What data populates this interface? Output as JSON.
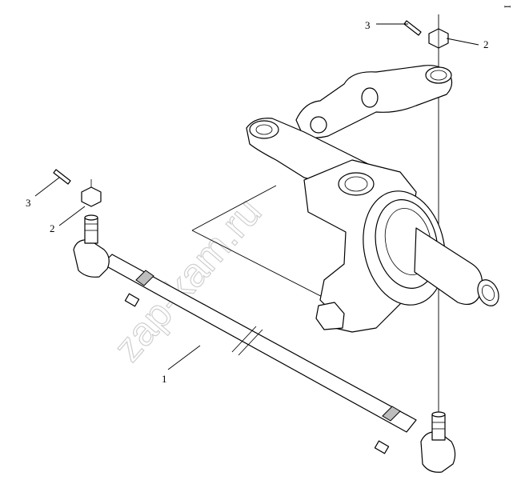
{
  "diagram": {
    "callouts": {
      "rod": "1",
      "nut_top": "2",
      "pin_top": "3",
      "nut_left": "2",
      "pin_left": "3"
    },
    "watermark": "zap-kam.ru",
    "corner_mark": "ꟷ"
  }
}
